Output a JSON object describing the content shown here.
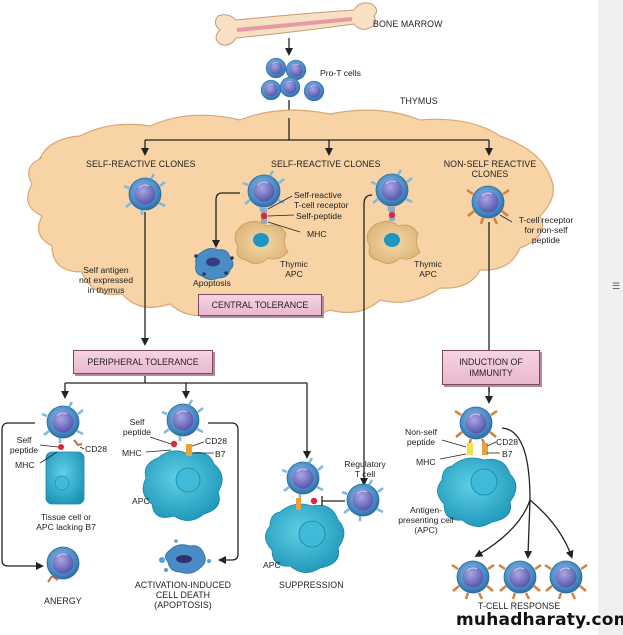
{
  "diagram": {
    "title_labels": {
      "bone_marrow": "BONE MARROW",
      "pro_t_cells": "Pro-T cells",
      "thymus": "THYMUS"
    },
    "thymus_branches": {
      "left_heading": "SELF-REACTIVE CLONES",
      "middle_heading": "SELF-REACTIVE CLONES",
      "right_heading_line1": "NON-SELF REACTIVE",
      "right_heading_line2": "CLONES",
      "self_antigen_line1": "Self antigen",
      "self_antigen_line2": "not expressed",
      "self_antigen_line3": "in thymus",
      "self_reactive_receptor_line1": "Self-reactive",
      "self_reactive_receptor_line2": "T-cell receptor",
      "self_peptide": "Self-peptide",
      "mhc": "MHC",
      "apoptosis": "Apoptosis",
      "thymic_apc_1_line1": "Thymic",
      "thymic_apc_1_line2": "APC",
      "thymic_apc_2_line1": "Thymic",
      "thymic_apc_2_line2": "APC",
      "non_self_receptor_line1": "T-cell receptor",
      "non_self_receptor_line2": "for non-self",
      "non_self_receptor_line3": "peptide"
    },
    "boxes": {
      "central_tolerance": "CENTRAL TOLERANCE",
      "peripheral_tolerance": "PERIPHERAL TOLERANCE",
      "induction_line1": "INDUCTION OF",
      "induction_line2": "IMMUNITY"
    },
    "peripheral": {
      "anergy_self_line1": "Self",
      "anergy_self_line2": "peptide",
      "anergy_cd28": "CD28",
      "anergy_mhc": "MHC",
      "tissue_cell_line1": "Tissue cell or",
      "tissue_cell_line2": "APC lacking B7",
      "anergy": "ANERGY",
      "aicd_self_line1": "Self",
      "aicd_self_line2": "peptide",
      "aicd_cd28": "CD28",
      "aicd_mhc": "MHC",
      "aicd_b7": "B7",
      "aicd_apc": "APC",
      "aicd_line1": "ACTIVATION-INDUCED",
      "aicd_line2": "CELL DEATH",
      "aicd_line3": "(APOPTOSIS)",
      "regulatory_line1": "Regulatory",
      "regulatory_line2": "T cell",
      "suppression_apc": "APC",
      "suppression": "SUPPRESSION"
    },
    "immunity": {
      "non_self_line1": "Non-self",
      "non_self_line2": "peptide",
      "cd28": "CD28",
      "mhc": "MHC",
      "b7": "B7",
      "apc_line1": "Antigen-",
      "apc_line2": "presenting cell",
      "apc_line3": "(APC)",
      "t_cell_response": "T-CELL RESPONSE"
    }
  },
  "watermark": "muhadharaty.com",
  "side_icon": "menu-icon",
  "colors": {
    "thymus_fill": "#f7d3a6",
    "thymus_stroke": "#d9a874",
    "tcell_outer": "#4e8fc8",
    "tcell_nucleus": "#6f6fbf",
    "apc_fill": "#2aa9c8",
    "thymic_apc_fill": "#e8c287",
    "box_fill": "#f0c6da",
    "arrow": "#222222"
  }
}
